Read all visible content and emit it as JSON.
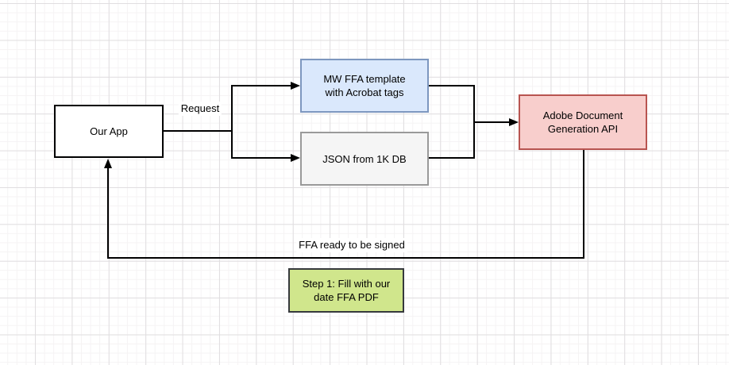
{
  "canvas": {
    "background": "#ffffff",
    "grid_minor_color": "#f5f3f4",
    "grid_major_color": "#e0dee0"
  },
  "nodes": {
    "our_app": {
      "label": "Our App",
      "fill": "#ffffff",
      "stroke": "#000000"
    },
    "template": {
      "label": "MW FFA template\nwith Acrobat tags",
      "fill": "#dae8fc",
      "stroke": "#7d97bf"
    },
    "json_db": {
      "label": "JSON from 1K DB",
      "fill": "#f5f5f5",
      "stroke": "#999999"
    },
    "adobe_api": {
      "label": "Adobe Document\nGeneration API",
      "fill": "#f8cecc",
      "stroke": "#b85450"
    },
    "step_note": {
      "label": "Step 1: Fill with our\ndate FFA PDF",
      "fill": "#d0e68c",
      "stroke": "#36393d"
    }
  },
  "edges": {
    "request": {
      "label": "Request"
    },
    "ffa_ready": {
      "label": "FFA ready to be signed"
    }
  }
}
